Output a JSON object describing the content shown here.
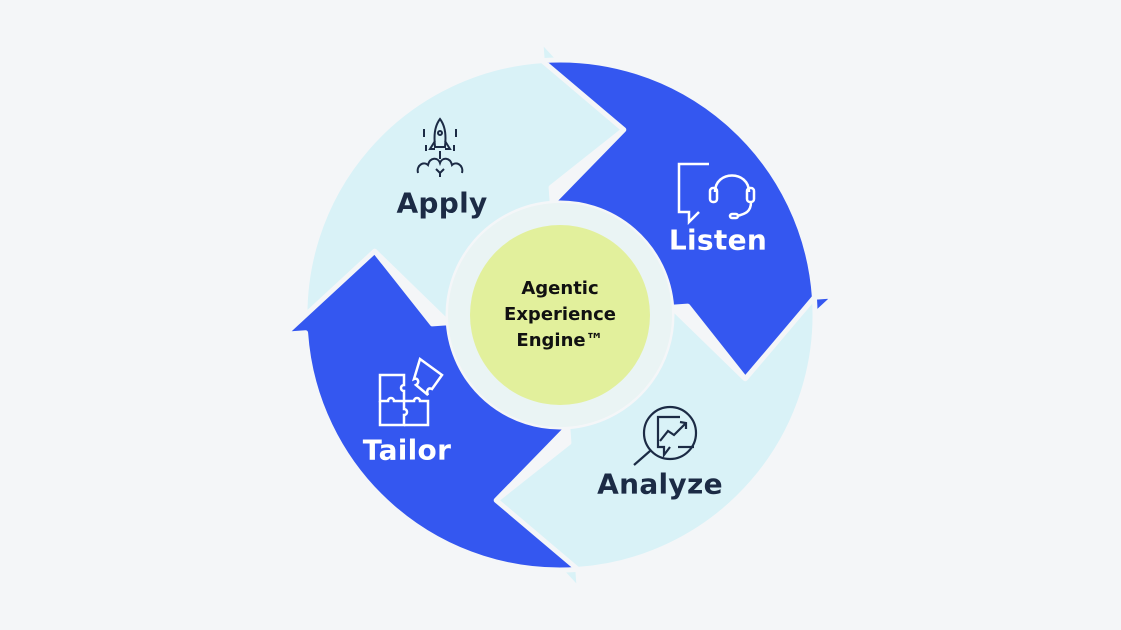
{
  "center": {
    "lines": [
      "Agentic",
      "Experience",
      "Engine™"
    ]
  },
  "steps": [
    {
      "label": "Apply",
      "icon": "rocket-icon",
      "style": "light"
    },
    {
      "label": "Listen",
      "icon": "headset-chat-icon",
      "style": "dark"
    },
    {
      "label": "Analyze",
      "icon": "chart-magnifier-icon",
      "style": "light"
    },
    {
      "label": "Tailor",
      "icon": "puzzle-icon",
      "style": "dark"
    }
  ],
  "colors": {
    "dark_segment": "#3457f0",
    "light_segment": "#d9f2f7",
    "center": "#e2f09c",
    "inner_ring": "#eaf4f4",
    "background": "#f4f6f8",
    "text_dark": "#1c2b45"
  }
}
